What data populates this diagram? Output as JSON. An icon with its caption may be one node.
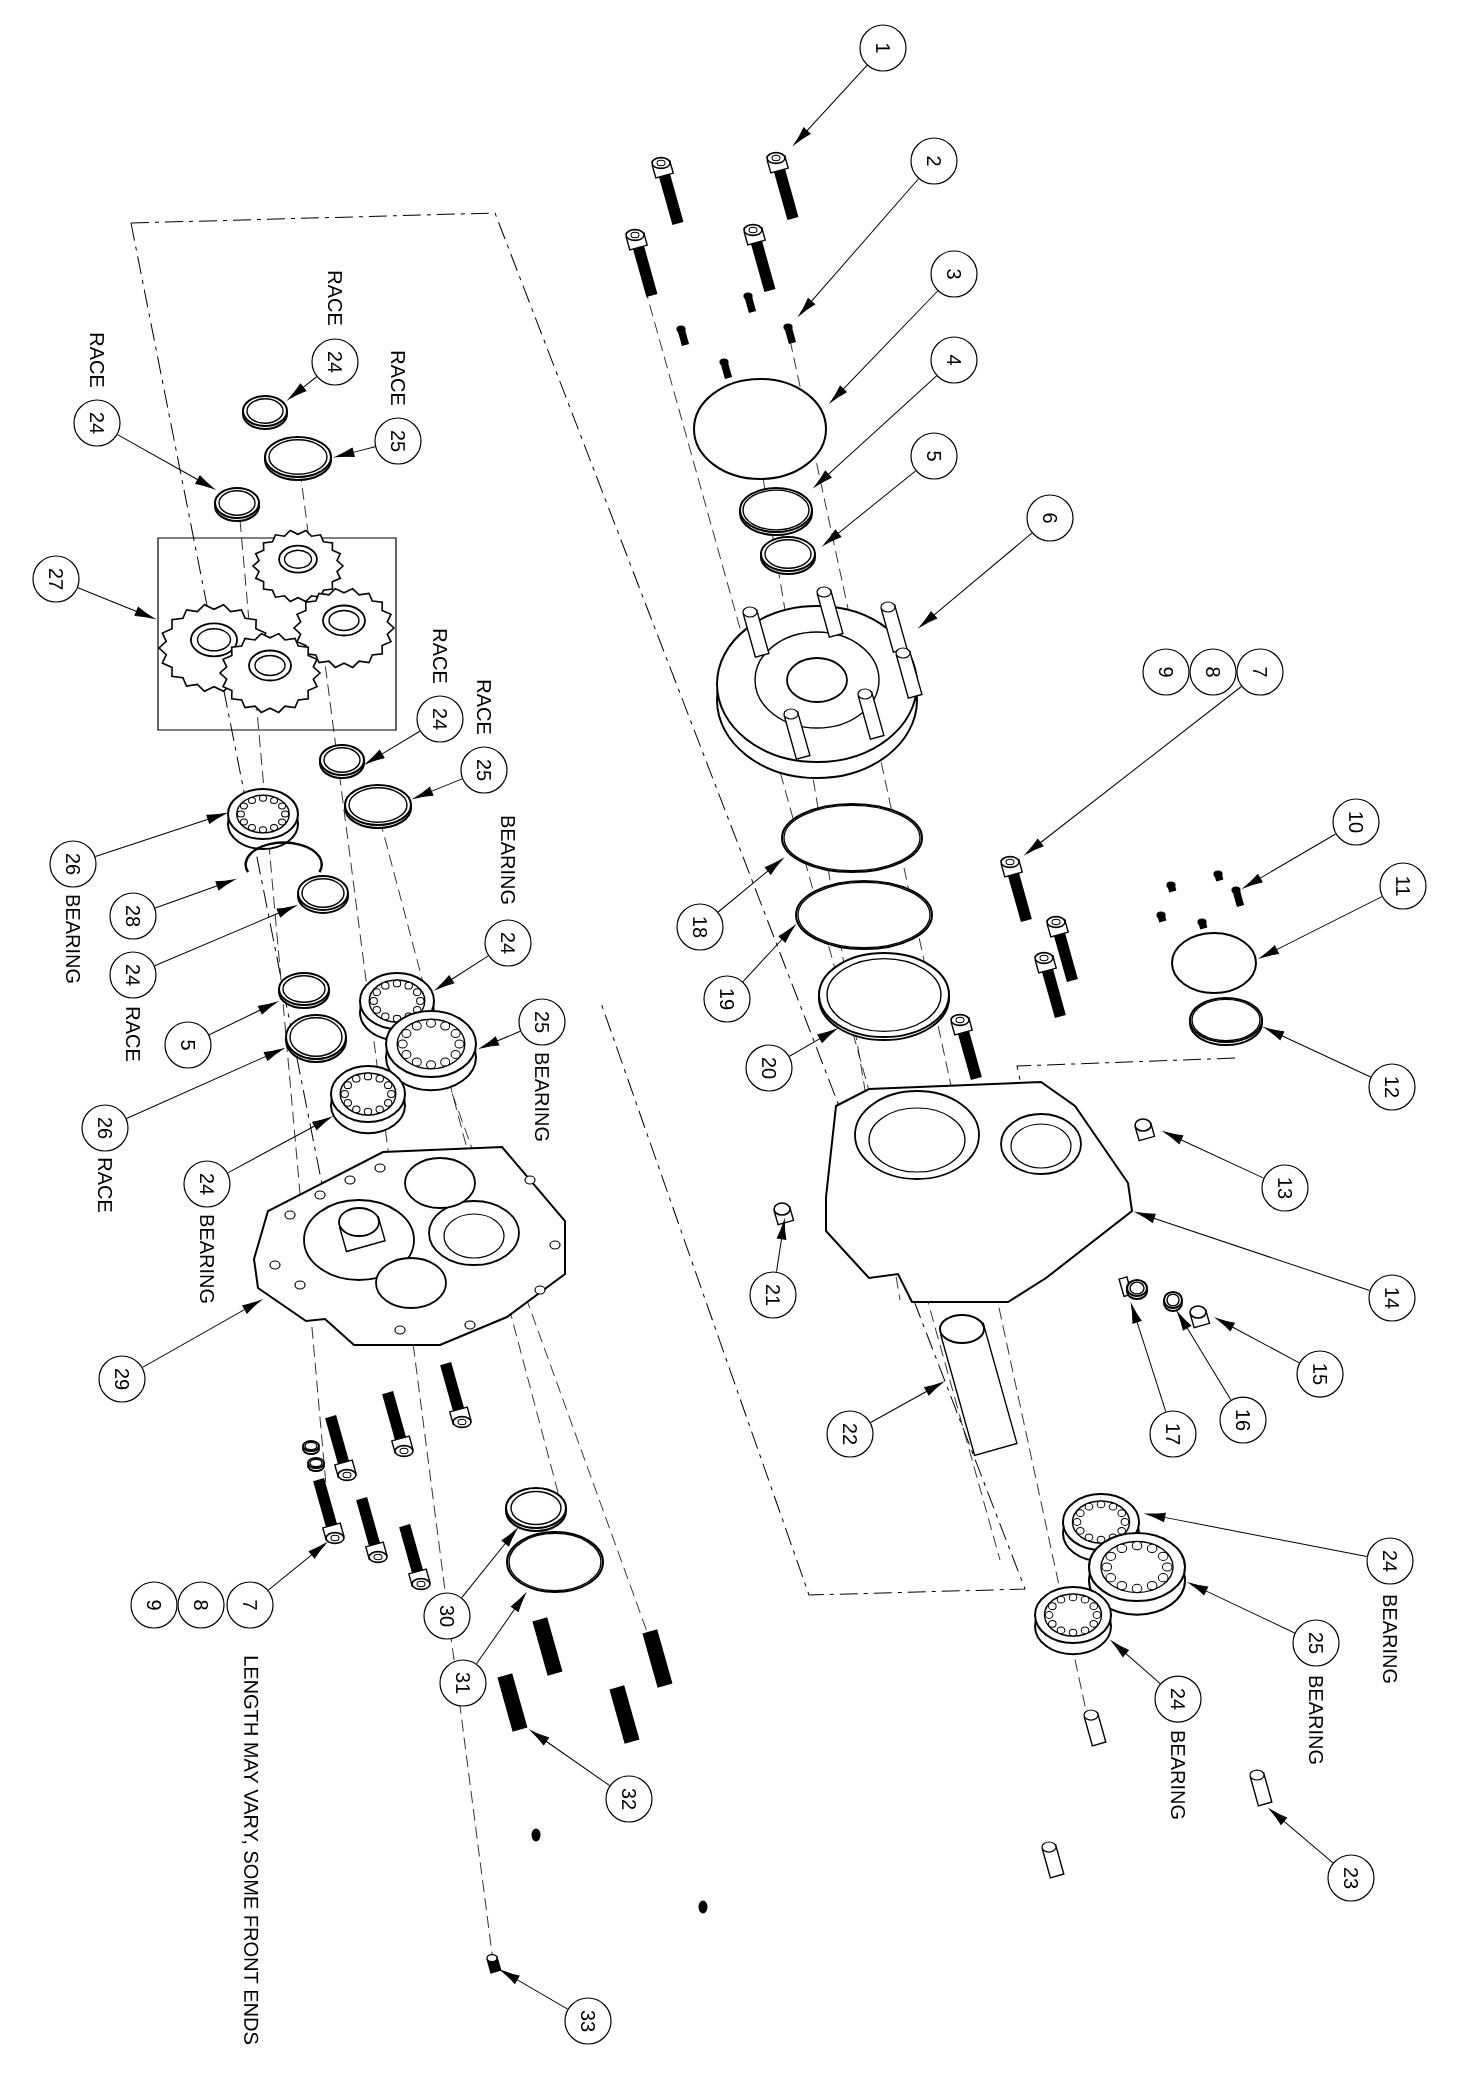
{
  "diagram": {
    "nodes": [
      {
        "text": [
          "1"
        ]
      },
      {
        "text": [
          "2"
        ]
      },
      {
        "text": [
          "3"
        ]
      },
      {
        "text": [
          "4"
        ]
      },
      {
        "text": [
          "5"
        ]
      },
      {
        "text": [
          "6"
        ]
      },
      {
        "text": [
          "9"
        ]
      },
      {
        "text": [
          "8"
        ]
      },
      {
        "text": [
          "7"
        ]
      },
      {
        "text": [
          "10"
        ]
      },
      {
        "text": [
          "11"
        ]
      },
      {
        "text": [
          "12"
        ]
      },
      {
        "text": [
          "13"
        ]
      },
      {
        "text": [
          "14"
        ]
      },
      {
        "text": [
          "15"
        ]
      },
      {
        "text": [
          "16"
        ]
      },
      {
        "text": [
          "17"
        ]
      },
      {
        "text": [
          "18"
        ]
      },
      {
        "text": [
          "19"
        ]
      },
      {
        "text": [
          "20"
        ]
      },
      {
        "text": [
          "21"
        ]
      },
      {
        "text": [
          "22"
        ]
      },
      {
        "text": [
          "23"
        ]
      },
      {
        "text": [
          "24"
        ],
        "beside": [
          "BEARING"
        ]
      },
      {
        "text": [
          "25"
        ],
        "beside": [
          "BEARING"
        ]
      },
      {
        "text": [
          "24"
        ],
        "beside": [
          "BEARING"
        ]
      },
      {
        "text": [
          "24"
        ],
        "beside": [
          "RACE"
        ]
      },
      {
        "text": [
          "25"
        ],
        "beside": [
          "RACE"
        ]
      },
      {
        "text": [
          "24"
        ],
        "beside": [
          "RACE"
        ]
      },
      {
        "text": [
          "27"
        ]
      },
      {
        "text": [
          "24"
        ],
        "beside": [
          "RACE"
        ]
      },
      {
        "text": [
          "25"
        ],
        "beside": [
          "RACE"
        ]
      },
      {
        "text": [
          "26"
        ],
        "beside": [
          "BEARING"
        ]
      },
      {
        "text": [
          "28"
        ]
      },
      {
        "text": [
          "24"
        ],
        "beside": [
          "RACE"
        ]
      },
      {
        "text": [
          "5"
        ]
      },
      {
        "text": [
          "26"
        ],
        "beside": [
          "RACE"
        ]
      },
      {
        "text": [
          "24"
        ],
        "beside": [
          "BEARING"
        ]
      },
      {
        "text": [
          "25"
        ],
        "beside": [
          "BEARING"
        ]
      },
      {
        "text": [
          "24"
        ],
        "beside": [
          "BEARING"
        ]
      },
      {
        "text": [
          "29"
        ]
      },
      {
        "text": [
          "9"
        ]
      },
      {
        "text": [
          "8"
        ]
      },
      {
        "text": [
          "7"
        ]
      },
      {
        "text": [
          "30"
        ]
      },
      {
        "text": [
          "31"
        ]
      },
      {
        "text": [
          "32"
        ]
      },
      {
        "text": [
          "33"
        ]
      },
      {
        "text": [],
        "shape": "picture"
      },
      {
        "text": [],
        "shape": "picture"
      },
      {
        "text": [],
        "shape": "circle"
      },
      {
        "text": [],
        "shape": "picture"
      },
      {
        "text": [],
        "shape": "picture"
      },
      {
        "text": [],
        "shape": "picture"
      },
      {
        "text": [],
        "shape": "picture"
      },
      {
        "text": [],
        "shape": "picture"
      },
      {
        "text": [],
        "shape": "circle"
      },
      {
        "text": [],
        "shape": "picture"
      },
      {
        "text": [],
        "shape": "picture"
      },
      {
        "text": [],
        "shape": "picture"
      },
      {
        "text": [],
        "shape": "picture"
      },
      {
        "text": [],
        "shape": "picture"
      },
      {
        "text": [],
        "shape": "picture"
      },
      {
        "text": [],
        "shape": "circle"
      },
      {
        "text": [],
        "shape": "circle"
      },
      {
        "text": [],
        "shape": "picture"
      },
      {
        "text": [],
        "shape": "picture"
      },
      {
        "text": [],
        "shape": "picture"
      },
      {
        "text": [],
        "shape": "picture"
      },
      {
        "text": [],
        "shape": "picture"
      },
      {
        "text": [],
        "shape": "picture"
      },
      {
        "text": [],
        "shape": "picture"
      },
      {
        "text": [],
        "shape": "picture"
      },
      {
        "text": [],
        "shape": "picture"
      },
      {
        "text": [],
        "shape": "picture"
      },
      {
        "text": [],
        "shape": "picture"
      },
      {
        "text": [],
        "shape": "picture"
      },
      {
        "text": [],
        "shape": "picture"
      },
      {
        "text": [],
        "shape": "picture"
      },
      {
        "text": [],
        "shape": "picture"
      },
      {
        "text": [],
        "shape": "picture"
      },
      {
        "text": [],
        "shape": "picture"
      },
      {
        "text": [],
        "shape": "picture"
      },
      {
        "text": [],
        "shape": "picture"
      },
      {
        "text": [],
        "shape": "picture"
      },
      {
        "text": [],
        "shape": "picture"
      },
      {
        "text": [],
        "shape": "picture"
      },
      {
        "text": [],
        "shape": "picture"
      },
      {
        "text": [],
        "shape": "picture"
      },
      {
        "text": [],
        "shape": "circle"
      },
      {
        "text": [],
        "shape": "picture"
      },
      {
        "text": [],
        "shape": "picture"
      },
      {
        "text": [],
        "shape": "picture"
      },
      {
        "text": [],
        "shape": "picture"
      },
      {
        "text": [],
        "shape": "picture"
      },
      {
        "text": [],
        "shape": "picture"
      },
      {
        "text": [],
        "shape": "picture"
      },
      {
        "text": [],
        "shape": "picture"
      },
      {
        "text": [],
        "shape": "picture"
      },
      {
        "text": [],
        "shape": "picture"
      },
      {
        "text": [],
        "shape": "picture"
      },
      {
        "text": [],
        "shape": "picture"
      },
      {
        "text": [],
        "shape": "picture"
      },
      {
        "text": [],
        "shape": "picture"
      },
      {
        "text": [],
        "shape": "picture"
      },
      {
        "text": [],
        "shape": "picture"
      },
      {
        "text": [],
        "shape": "picture"
      },
      {
        "text": [],
        "shape": "picture"
      }
    ],
    "edges": [
      {
        "from": 0,
        "to": 48,
        "arrow": "to"
      },
      {
        "from": 1,
        "to": 49,
        "arrow": "to"
      },
      {
        "from": 2,
        "to": 50,
        "arrow": "to"
      },
      {
        "from": 3,
        "to": 51,
        "arrow": "to"
      },
      {
        "from": 4,
        "to": 52,
        "arrow": "to"
      },
      {
        "from": 5,
        "to": 53,
        "arrow": "to"
      },
      {
        "from": 8,
        "to": 54,
        "arrow": "to"
      },
      {
        "from": 9,
        "to": 55,
        "arrow": "to"
      },
      {
        "from": 10,
        "to": 56,
        "arrow": "to"
      },
      {
        "from": 11,
        "to": 57,
        "arrow": "to"
      },
      {
        "from": 12,
        "to": 58,
        "arrow": "to"
      },
      {
        "from": 13,
        "to": 59,
        "arrow": "to"
      },
      {
        "from": 14,
        "to": 60,
        "arrow": "to"
      },
      {
        "from": 15,
        "to": 61,
        "arrow": "to"
      },
      {
        "from": 16,
        "to": 62,
        "arrow": "to"
      },
      {
        "from": 17,
        "to": 63,
        "arrow": "to"
      },
      {
        "from": 18,
        "to": 64,
        "arrow": "to"
      },
      {
        "from": 19,
        "to": 65,
        "arrow": "to"
      },
      {
        "from": 20,
        "to": 66,
        "arrow": "to"
      },
      {
        "from": 21,
        "to": 67,
        "arrow": "to"
      },
      {
        "from": 22,
        "to": 68,
        "arrow": "to"
      },
      {
        "from": 23,
        "to": 69,
        "arrow": "to"
      },
      {
        "from": 24,
        "to": 70,
        "arrow": "to"
      },
      {
        "from": 25,
        "to": 71,
        "arrow": "to"
      },
      {
        "from": 26,
        "to": 72,
        "arrow": "to"
      },
      {
        "from": 27,
        "to": 73,
        "arrow": "to"
      },
      {
        "from": 28,
        "to": 74,
        "arrow": "to"
      },
      {
        "from": 29,
        "to": 75,
        "arrow": "to"
      },
      {
        "from": 30,
        "to": 76,
        "arrow": "to"
      },
      {
        "from": 31,
        "to": 77,
        "arrow": "to"
      },
      {
        "from": 32,
        "to": 78,
        "arrow": "to"
      },
      {
        "from": 33,
        "to": 79,
        "arrow": "to"
      },
      {
        "from": 34,
        "to": 80,
        "arrow": "to"
      },
      {
        "from": 35,
        "to": 81,
        "arrow": "to"
      },
      {
        "from": 36,
        "to": 82,
        "arrow": "to"
      },
      {
        "from": 37,
        "to": 83,
        "arrow": "to"
      },
      {
        "from": 38,
        "to": 84,
        "arrow": "to"
      },
      {
        "from": 39,
        "to": 85,
        "arrow": "to"
      },
      {
        "from": 40,
        "to": 86,
        "arrow": "to"
      },
      {
        "from": 43,
        "to": 87,
        "arrow": "to"
      },
      {
        "from": 44,
        "to": 88,
        "arrow": "to"
      },
      {
        "from": 45,
        "to": 89,
        "arrow": "to"
      },
      {
        "from": 46,
        "to": 90,
        "arrow": "to"
      },
      {
        "from": 47,
        "to": 91,
        "arrow": "to"
      }
    ],
    "labels": [
      "LENGTH MAY VARY, SOME FRONT ENDS"
    ]
  }
}
